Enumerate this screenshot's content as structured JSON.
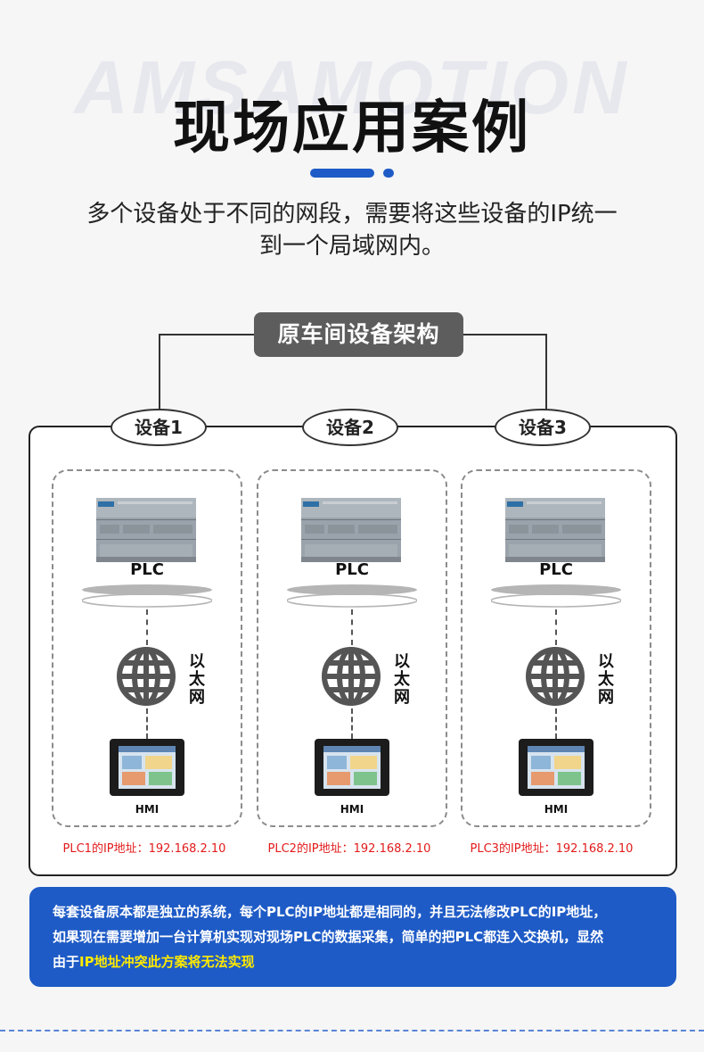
{
  "watermark": "AMSAMOTION",
  "title": "现场应用案例",
  "intro": {
    "line1": "多个设备处于不同的网段，需要将这些设备的IP统一",
    "line2": "到一个局域网内。"
  },
  "architecture_label": "原车间设备架构",
  "devices": [
    {
      "name": "设备1",
      "plc_label": "PLC",
      "ethernet_label": [
        "以",
        "太",
        "网"
      ],
      "hmi_label": "HMI",
      "ip_text": "PLC1的IP地址：192.168.2.10"
    },
    {
      "name": "设备2",
      "plc_label": "PLC",
      "ethernet_label": [
        "以",
        "太",
        "网"
      ],
      "hmi_label": "HMI",
      "ip_text": "PLC2的IP地址：192.168.2.10"
    },
    {
      "name": "设备3",
      "plc_label": "PLC",
      "ethernet_label": [
        "以",
        "太",
        "网"
      ],
      "hmi_label": "HMI",
      "ip_text": "PLC3的IP地址：192.168.2.10"
    }
  ],
  "info": {
    "line1": "每套设备原本都是独立的系统，每个PLC的IP地址都是相同的，并且无法修改PLC的IP地址，",
    "line2": "如果现在需要增加一台计算机实现对现场PLC的数据采集，简单的把PLC都连入交换机，显然",
    "line3_prefix": "由于",
    "line3_highlight": "IP地址冲突此方案将无法实现"
  },
  "colors": {
    "accent": "#1e5bc6",
    "highlight": "#ffea00",
    "ip_red": "#e21b1b",
    "pill_gray": "#5d5d5d"
  },
  "icons": [
    "plc-module-icon",
    "network-disc-icon",
    "globe-icon",
    "hmi-touchscreen-icon"
  ]
}
